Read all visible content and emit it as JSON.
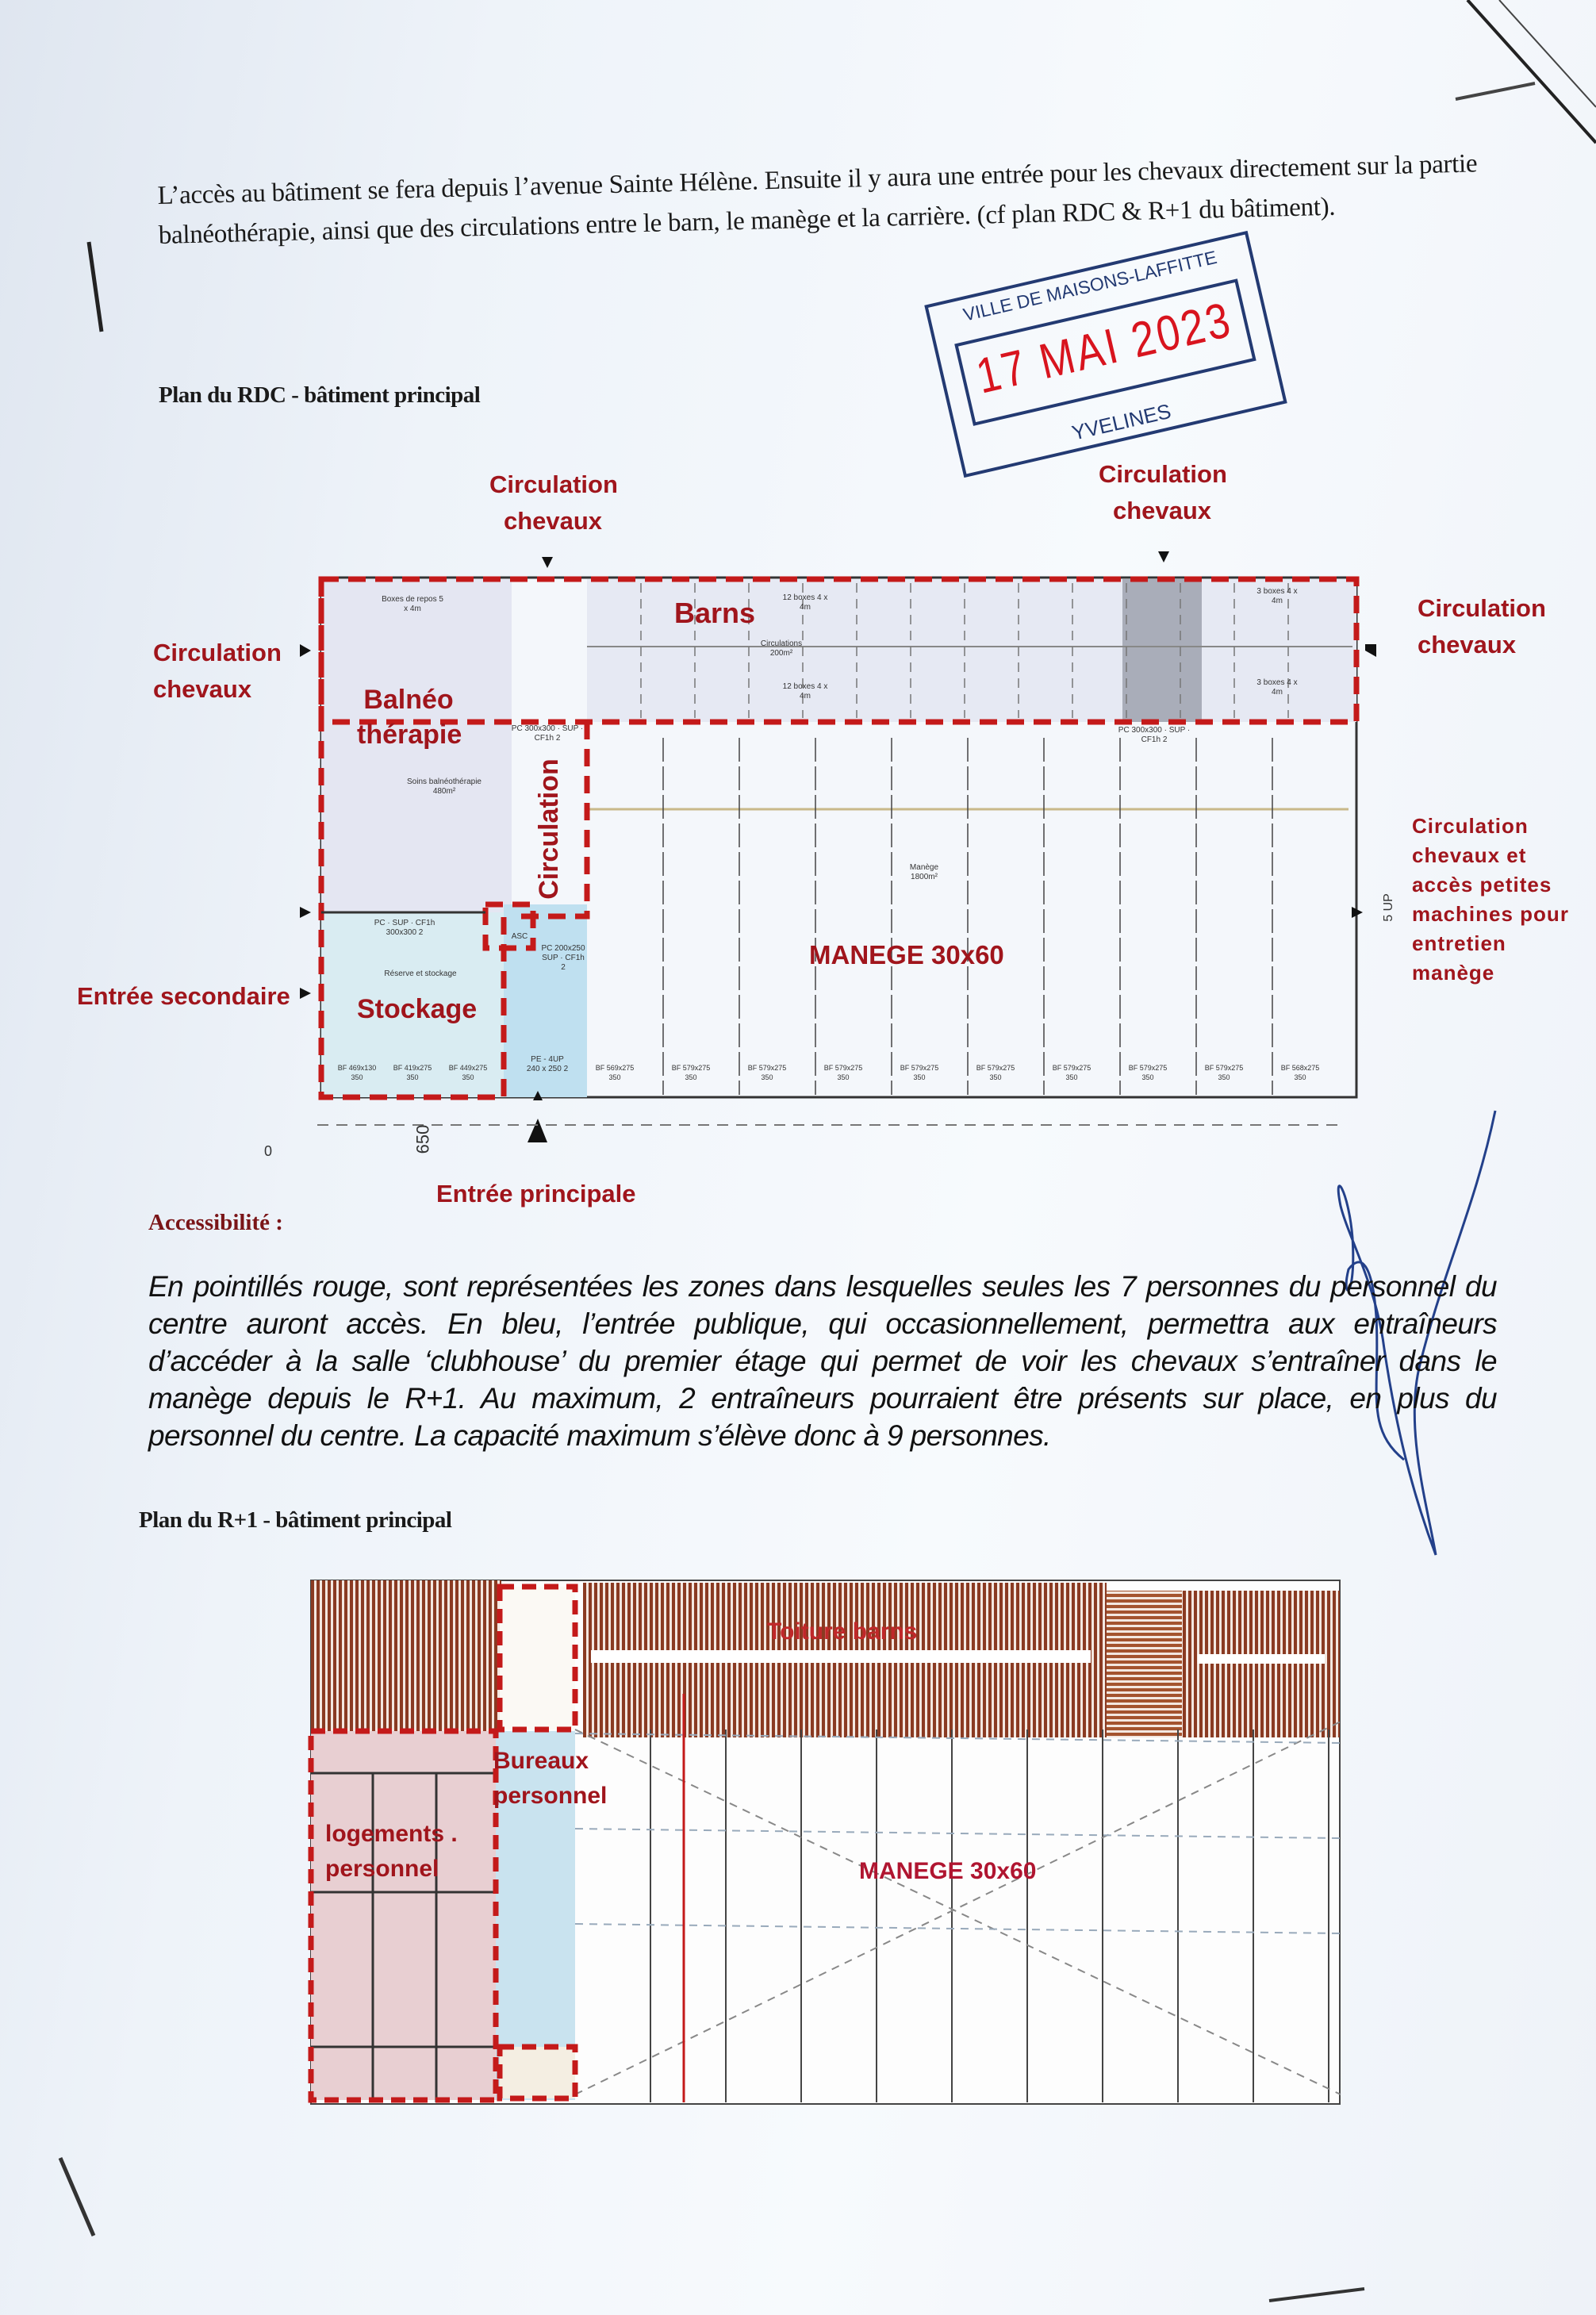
{
  "intro": {
    "text": "L’accès au bâtiment se fera depuis l’avenue Sainte Hélène. Ensuite il y aura une entrée pour les chevaux directement sur la partie balnéothérapie, ainsi que des circulations entre le barn, le manège et la carrière. (cf plan RDC & R+1 du bâtiment)."
  },
  "stamp": {
    "top": "VILLE DE MAISONS-LAFFITTE",
    "date": "17 MAI 2023",
    "bottom": "YVELINES"
  },
  "rdc": {
    "heading": "Plan du RDC - bâtiment principal",
    "labels": {
      "circ_top_left": "Circulation chevaux",
      "circ_top_right": "Circulation chevaux",
      "circ_left": "Circulation chevaux",
      "circ_right": "Circulation chevaux",
      "circ_right_lower": "Circulation chevaux et accès petites machines pour entretien manège",
      "entree_secondaire": "Entrée secondaire",
      "entree_principale": "Entrée principale",
      "balneo": "Balnéo thérapie",
      "barns": "Barns",
      "circulation": "Circulation",
      "stockage": "Stockage",
      "manege": "MANEGE 30x60"
    },
    "small": {
      "boxes_repos": "Boxes de repos 5 x 4m",
      "boxes_top": "12 boxes 4 x 4m",
      "boxes_bottom": "12 boxes 4 x 4m",
      "circulations": "Circulations 200m²",
      "boxes_right_top": "3 boxes 4 x 4m",
      "boxes_right_bottom": "3 boxes 4 x 4m",
      "soins": "Soins balnéothérapie 480m²",
      "manege_area": "Manège 1800m²",
      "pc_1": "PC 300x300 · SUP · CF1h 2",
      "pc_2": "PC 300x300 · SUP · CF1h 2",
      "pc_3": "PC · SUP · CF1h 300x300 2",
      "pc_4": "PC 200x250 SUP · CF1h 2",
      "pe": "PE - 4UP 240 x 250 2",
      "asc": "ASC",
      "reserve": "Réserve et stockage",
      "sup": "5 UP",
      "dim": "650",
      "zero": "0"
    },
    "bf_stockage": [
      "BF 469x130 350",
      "BF 419x275 350",
      "BF 449x275 350"
    ],
    "bf_manege": [
      "BF 569x275 350",
      "BF 579x275 350",
      "BF 579x275 350",
      "BF 579x275 350",
      "BF 579x275 350",
      "BF 579x275 350",
      "BF 579x275 350",
      "BF 579x275 350",
      "BF 579x275 350",
      "BF 568x275 350"
    ]
  },
  "accessibility": {
    "heading": "Accessibilité :",
    "text": "En pointillés rouge, sont représentées les zones dans lesquelles seules les 7 personnes du personnel du centre auront accès. En bleu, l’entrée publique, qui occasionnellement, permettra aux entraîneurs d’accéder à la salle ‘clubhouse’ du premier étage qui permet de voir les chevaux s’entraîner dans le manège depuis le R+1. Au maximum, 2 entraîneurs pourraient être présents sur place, en plus du personnel du centre. La capacité maximum s’élève donc à 9 personnes."
  },
  "r1": {
    "heading": "Plan du R+1 - bâtiment principal",
    "labels": {
      "toiture": "Toiture barns",
      "bureaux": "Bureaux personnel",
      "logements": "logements . personnel",
      "manege": "MANEGE 30x60"
    }
  },
  "colors": {
    "red_zone": "#c41a1a",
    "blue_zone": "#bfe0f0",
    "label_red": "#a0151c",
    "roof": "#8a3a22",
    "stamp_blue": "#233a72",
    "stamp_red": "#d8141e"
  }
}
